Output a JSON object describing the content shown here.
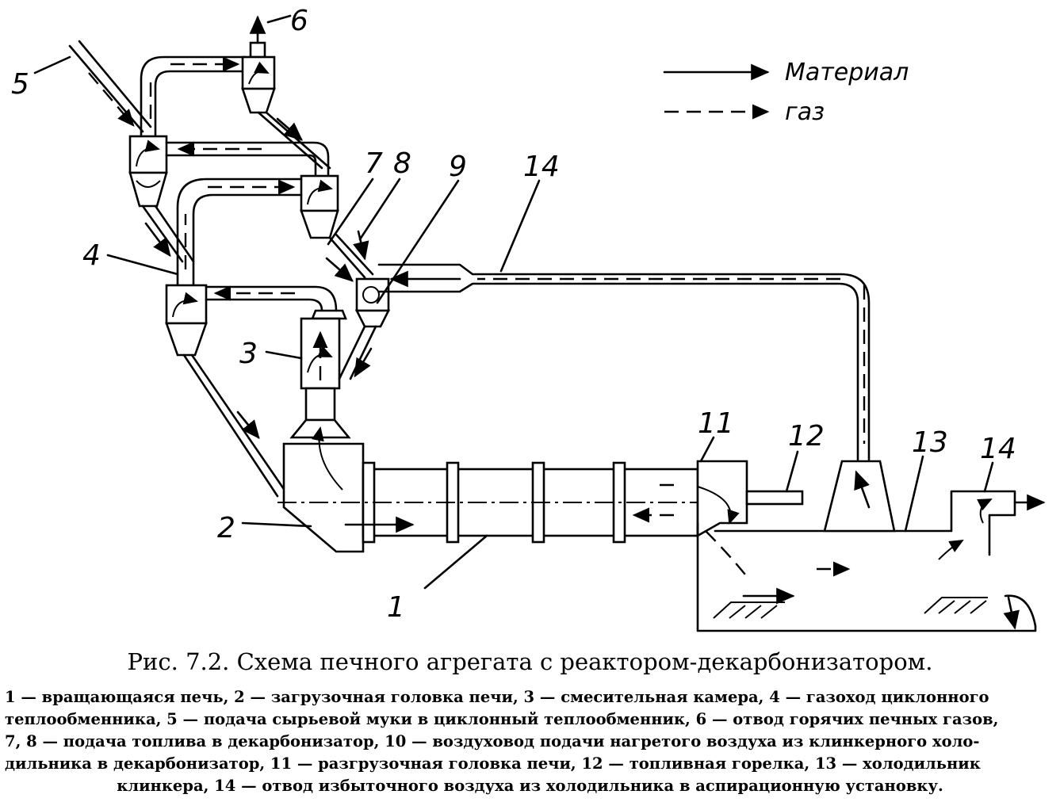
{
  "figure": {
    "legend": {
      "material": "Материал",
      "gas": "газ"
    },
    "labels": {
      "n1": "1",
      "n2": "2",
      "n3": "3",
      "n4": "4",
      "n5": "5",
      "n6": "6",
      "n7": "7",
      "n8": "8",
      "n9": "9",
      "n11": "11",
      "n12": "12",
      "n13": "13",
      "n14a": "14",
      "n14b": "14"
    }
  },
  "caption": "Рис. 7.2. Схема печного агрегата с реактором-декарбонизатором.",
  "legend_lines": [
    "1 — вращающаяся печь, 2 — загрузочная головка печи, 3 — смесительная камера, 4 — газоход циклонного",
    "теплообменника, 5 — подача сырьевой муки в циклонный теплообменник, 6 — отвод горячих печных газов,",
    "7, 8 — подача топлива в декарбонизатор, 10 — воздуховод подачи нагретого воздуха из клинкерного холо-",
    "дильника в декарбонизатор, 11 — разгрузочная головка печи, 12 — топливная горелка, 13 — холодильник",
    "клинкера, 14 — отвод избыточного воздуха из холодильника в аспирационную установку."
  ]
}
